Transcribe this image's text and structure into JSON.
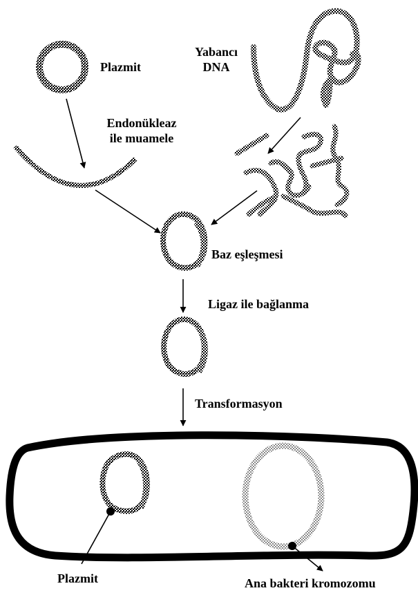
{
  "labels": {
    "plasmid_top": "Plazmit",
    "foreign_dna_line1": "Yabancı",
    "foreign_dna_line2": "DNA",
    "endonuclease_line1": "Endonükleaz",
    "endonuclease_line2": "ile muamele",
    "base_pairing": "Baz eşleşmesi",
    "ligase": "Ligaz ile bağlanma",
    "transformation": "Transformasyon",
    "plasmid_bottom": "Plazmit",
    "chromosome": "Ana bakteri kromozomu"
  }
}
